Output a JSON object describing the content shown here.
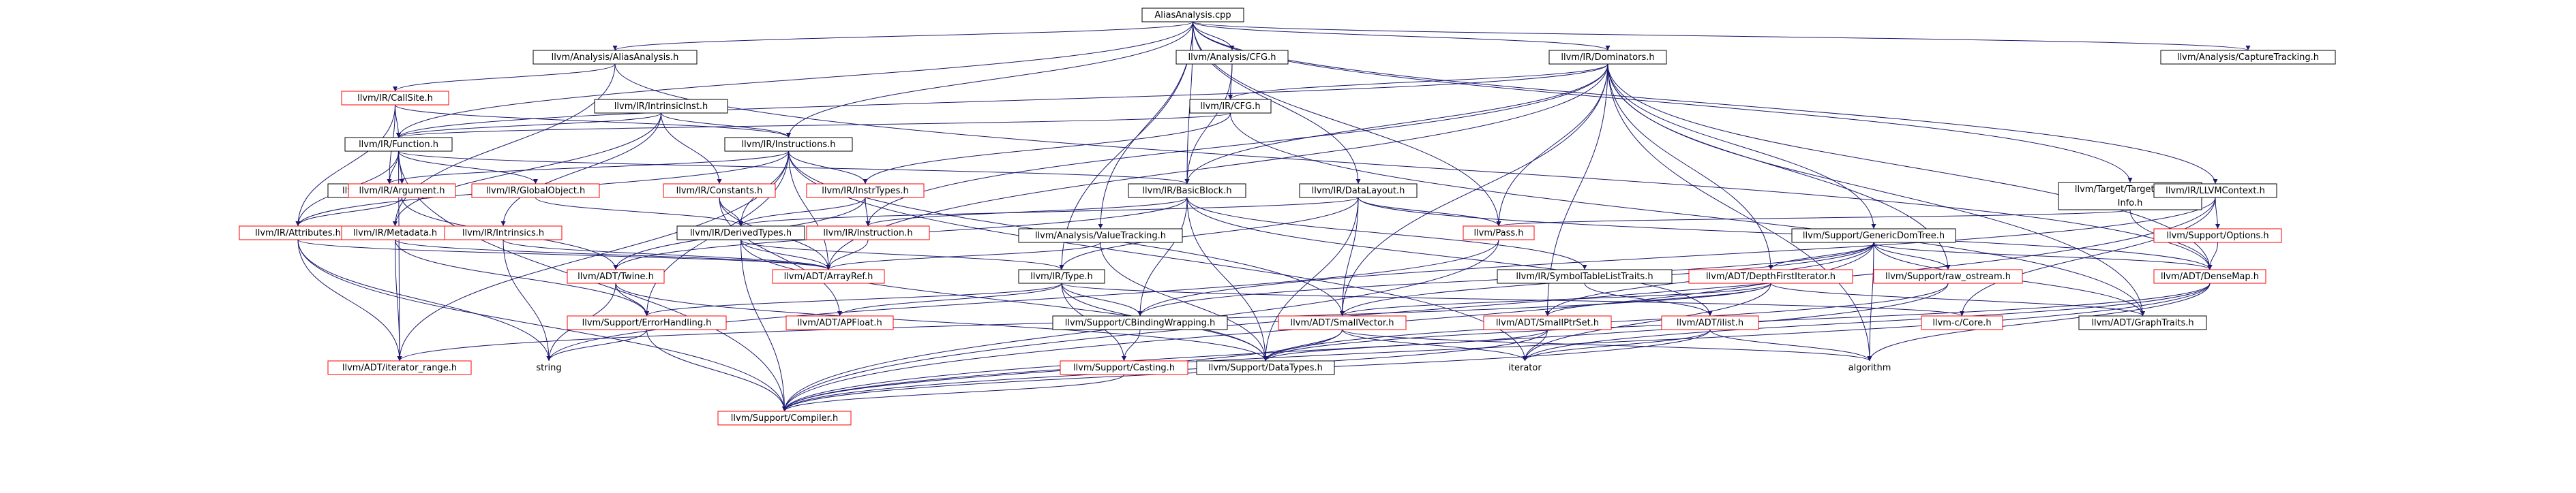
{
  "colors": {
    "edge": "#191970",
    "root_fill": "#bfbfbf",
    "documented_border": "#000000",
    "undocumented_border": "#ff0000",
    "plain_text_border": "none"
  },
  "nodes": [
    {
      "id": "root",
      "label": "AliasAnalysis.cpp",
      "kind": "root"
    },
    {
      "id": "n_aa",
      "label": "llvm/Analysis/AliasAnalysis.h",
      "kind": "documented"
    },
    {
      "id": "n_cfg",
      "label": "llvm/Analysis/CFG.h",
      "kind": "documented"
    },
    {
      "id": "n_dom",
      "label": "llvm/IR/Dominators.h",
      "kind": "documented"
    },
    {
      "id": "n_capt",
      "label": "llvm/Analysis/CaptureTracking.h",
      "kind": "documented"
    },
    {
      "id": "n_callsite",
      "label": "llvm/IR/CallSite.h",
      "kind": "undocumented"
    },
    {
      "id": "n_intrinsicinst",
      "label": "llvm/IR/IntrinsicInst.h",
      "kind": "documented"
    },
    {
      "id": "n_ircfg",
      "label": "llvm/IR/CFG.h",
      "kind": "documented"
    },
    {
      "id": "n_function",
      "label": "llvm/IR/Function.h",
      "kind": "documented"
    },
    {
      "id": "n_instructions",
      "label": "llvm/IR/Instructions.h",
      "kind": "documented"
    },
    {
      "id": "n_callingconv",
      "label": "llvm/IR/CallingConv.h",
      "kind": "documented"
    },
    {
      "id": "n_argument",
      "label": "llvm/IR/Argument.h",
      "kind": "undocumented"
    },
    {
      "id": "n_globalobject",
      "label": "llvm/IR/GlobalObject.h",
      "kind": "undocumented"
    },
    {
      "id": "n_constants",
      "label": "llvm/IR/Constants.h",
      "kind": "undocumented"
    },
    {
      "id": "n_instrtypes",
      "label": "llvm/IR/InstrTypes.h",
      "kind": "undocumented"
    },
    {
      "id": "n_basicblock",
      "label": "llvm/IR/BasicBlock.h",
      "kind": "documented"
    },
    {
      "id": "n_datalayout",
      "label": "llvm/IR/DataLayout.h",
      "kind": "documented"
    },
    {
      "id": "n_targetlib",
      "label": "llvm/Target/TargetLibrary\nInfo.h",
      "kind": "documented"
    },
    {
      "id": "n_llvmcontext",
      "label": "llvm/IR/LLVMContext.h",
      "kind": "documented"
    },
    {
      "id": "n_attributes",
      "label": "llvm/IR/Attributes.h",
      "kind": "undocumented"
    },
    {
      "id": "n_metadata",
      "label": "llvm/IR/Metadata.h",
      "kind": "undocumented"
    },
    {
      "id": "n_intrinsics",
      "label": "llvm/IR/Intrinsics.h",
      "kind": "undocumented"
    },
    {
      "id": "n_derivedtypes",
      "label": "llvm/IR/DerivedTypes.h",
      "kind": "documented"
    },
    {
      "id": "n_instruction",
      "label": "llvm/IR/Instruction.h",
      "kind": "undocumented"
    },
    {
      "id": "n_valuetracking",
      "label": "llvm/Analysis/ValueTracking.h",
      "kind": "documented"
    },
    {
      "id": "n_pass",
      "label": "llvm/Pass.h",
      "kind": "undocumented"
    },
    {
      "id": "n_gendomtree",
      "label": "llvm/Support/GenericDomTree.h",
      "kind": "documented"
    },
    {
      "id": "n_options",
      "label": "llvm/Support/Options.h",
      "kind": "undocumented"
    },
    {
      "id": "n_twine",
      "label": "llvm/ADT/Twine.h",
      "kind": "undocumented"
    },
    {
      "id": "n_arrayref",
      "label": "llvm/ADT/ArrayRef.h",
      "kind": "undocumented"
    },
    {
      "id": "n_type",
      "label": "llvm/IR/Type.h",
      "kind": "documented"
    },
    {
      "id": "n_symtab",
      "label": "llvm/IR/SymbolTableListTraits.h",
      "kind": "documented"
    },
    {
      "id": "n_dfi",
      "label": "llvm/ADT/DepthFirstIterator.h",
      "kind": "undocumented"
    },
    {
      "id": "n_rawostream",
      "label": "llvm/Support/raw_ostream.h",
      "kind": "undocumented"
    },
    {
      "id": "n_densemap",
      "label": "llvm/ADT/DenseMap.h",
      "kind": "undocumented"
    },
    {
      "id": "n_errorhandling",
      "label": "llvm/Support/ErrorHandling.h",
      "kind": "undocumented"
    },
    {
      "id": "n_apfloat",
      "label": "llvm/ADT/APFloat.h",
      "kind": "undocumented"
    },
    {
      "id": "n_cbinding",
      "label": "llvm/Support/CBindingWrapping.h",
      "kind": "documented"
    },
    {
      "id": "n_smallvector",
      "label": "llvm/ADT/SmallVector.h",
      "kind": "undocumented"
    },
    {
      "id": "n_smallptrset",
      "label": "llvm/ADT/SmallPtrSet.h",
      "kind": "undocumented"
    },
    {
      "id": "n_ilist",
      "label": "llvm/ADT/ilist.h",
      "kind": "undocumented"
    },
    {
      "id": "n_graphtraits",
      "label": "llvm/ADT/GraphTraits.h",
      "kind": "documented"
    },
    {
      "id": "n_ccore",
      "label": "llvm-c/Core.h",
      "kind": "undocumented"
    },
    {
      "id": "n_itrange",
      "label": "llvm/ADT/iterator_range.h",
      "kind": "undocumented"
    },
    {
      "id": "n_string",
      "label": "string",
      "kind": "plain"
    },
    {
      "id": "n_casting",
      "label": "llvm/Support/Casting.h",
      "kind": "undocumented"
    },
    {
      "id": "n_datatypes",
      "label": "llvm/Support/DataTypes.h",
      "kind": "documented"
    },
    {
      "id": "n_iterator",
      "label": "iterator",
      "kind": "plain"
    },
    {
      "id": "n_algorithm",
      "label": "algorithm",
      "kind": "plain"
    },
    {
      "id": "n_compiler",
      "label": "llvm/Support/Compiler.h",
      "kind": "undocumented"
    }
  ],
  "edges": [
    [
      "root",
      "n_aa"
    ],
    [
      "root",
      "n_cfg"
    ],
    [
      "root",
      "n_dom"
    ],
    [
      "root",
      "n_capt"
    ],
    [
      "root",
      "n_function"
    ],
    [
      "root",
      "n_instructions"
    ],
    [
      "root",
      "n_basicblock"
    ],
    [
      "root",
      "n_datalayout"
    ],
    [
      "root",
      "n_targetlib"
    ],
    [
      "root",
      "n_llvmcontext"
    ],
    [
      "root",
      "n_valuetracking"
    ],
    [
      "root",
      "n_pass"
    ],
    [
      "root",
      "n_type"
    ],
    [
      "n_aa",
      "n_callsite"
    ],
    [
      "n_aa",
      "n_metadata"
    ],
    [
      "n_aa",
      "n_densemap"
    ],
    [
      "n_callsite",
      "n_function"
    ],
    [
      "n_callsite",
      "n_instructions"
    ],
    [
      "n_callsite",
      "n_callingconv"
    ],
    [
      "n_callsite",
      "n_attributes"
    ],
    [
      "n_cfg",
      "n_ircfg"
    ],
    [
      "n_cfg",
      "n_basicblock"
    ],
    [
      "n_ircfg",
      "n_function"
    ],
    [
      "n_ircfg",
      "n_instrtypes"
    ],
    [
      "n_ircfg",
      "n_graphtraits"
    ],
    [
      "n_dom",
      "n_ircfg"
    ],
    [
      "n_dom",
      "n_function"
    ],
    [
      "n_dom",
      "n_basicblock"
    ],
    [
      "n_dom",
      "n_gendomtree"
    ],
    [
      "n_dom",
      "n_dfi"
    ],
    [
      "n_dom",
      "n_rawostream"
    ],
    [
      "n_dom",
      "n_densemap"
    ],
    [
      "n_dom",
      "n_pass"
    ],
    [
      "n_dom",
      "n_smallptrset"
    ],
    [
      "n_dom",
      "n_smallvector"
    ],
    [
      "n_dom",
      "n_graphtraits"
    ],
    [
      "n_dom",
      "n_arrayref"
    ],
    [
      "n_dom",
      "n_algorithm"
    ],
    [
      "n_dom",
      "n_instruction"
    ],
    [
      "n_intrinsicinst",
      "n_function"
    ],
    [
      "n_intrinsicinst",
      "n_instructions"
    ],
    [
      "n_intrinsicinst",
      "n_constants"
    ],
    [
      "n_intrinsicinst",
      "n_metadata"
    ],
    [
      "n_intrinsicinst",
      "n_intrinsics"
    ],
    [
      "n_function",
      "n_callingconv"
    ],
    [
      "n_function",
      "n_argument"
    ],
    [
      "n_function",
      "n_globalobject"
    ],
    [
      "n_function",
      "n_attributes"
    ],
    [
      "n_function",
      "n_basicblock"
    ],
    [
      "n_function",
      "n_itrange"
    ],
    [
      "n_function",
      "n_compiler"
    ],
    [
      "n_instructions",
      "n_callingconv"
    ],
    [
      "n_instructions",
      "n_instrtypes"
    ],
    [
      "n_instructions",
      "n_derivedtypes"
    ],
    [
      "n_instructions",
      "n_attributes"
    ],
    [
      "n_instructions",
      "n_arrayref"
    ],
    [
      "n_instructions",
      "n_smallvector"
    ],
    [
      "n_instructions",
      "n_iterator"
    ],
    [
      "n_instructions",
      "n_itrange"
    ],
    [
      "n_instructions",
      "n_errorhandling"
    ],
    [
      "n_argument",
      "n_attributes"
    ],
    [
      "n_argument",
      "n_twine"
    ],
    [
      "n_globalobject",
      "n_derivedtypes"
    ],
    [
      "n_constants",
      "n_derivedtypes"
    ],
    [
      "n_constants",
      "n_apfloat"
    ],
    [
      "n_constants",
      "n_arrayref"
    ],
    [
      "n_instrtypes",
      "n_instruction"
    ],
    [
      "n_instrtypes",
      "n_derivedtypes"
    ],
    [
      "n_instrtypes",
      "n_twine"
    ],
    [
      "n_basicblock",
      "n_instruction"
    ],
    [
      "n_basicblock",
      "n_symtab"
    ],
    [
      "n_basicblock",
      "n_ilist"
    ],
    [
      "n_basicblock",
      "n_twine"
    ],
    [
      "n_basicblock",
      "n_cbinding"
    ],
    [
      "n_basicblock",
      "n_datatypes"
    ],
    [
      "n_datalayout",
      "n_pass"
    ],
    [
      "n_datalayout",
      "n_type"
    ],
    [
      "n_datalayout",
      "n_densemap"
    ],
    [
      "n_datalayout",
      "n_smallvector"
    ],
    [
      "n_datalayout",
      "n_datatypes"
    ],
    [
      "n_datalayout",
      "n_derivedtypes"
    ],
    [
      "n_targetlib",
      "n_pass"
    ],
    [
      "n_targetlib",
      "n_densemap"
    ],
    [
      "n_llvmcontext",
      "n_options"
    ],
    [
      "n_llvmcontext",
      "n_compiler"
    ],
    [
      "n_llvmcontext",
      "n_ccore"
    ],
    [
      "n_llvmcontext",
      "n_cbinding"
    ],
    [
      "n_attributes",
      "n_arrayref"
    ],
    [
      "n_attributes",
      "n_itrange"
    ],
    [
      "n_attributes",
      "n_compiler"
    ],
    [
      "n_attributes",
      "n_string"
    ],
    [
      "n_metadata",
      "n_arrayref"
    ],
    [
      "n_metadata",
      "n_errorhandling"
    ],
    [
      "n_metadata",
      "n_itrange"
    ],
    [
      "n_intrinsics",
      "n_arrayref"
    ],
    [
      "n_intrinsics",
      "n_string"
    ],
    [
      "n_derivedtypes",
      "n_type"
    ],
    [
      "n_derivedtypes",
      "n_arrayref"
    ],
    [
      "n_derivedtypes",
      "n_compiler"
    ],
    [
      "n_derivedtypes",
      "n_datatypes"
    ],
    [
      "n_instruction",
      "n_arrayref"
    ],
    [
      "n_valuetracking",
      "n_datatypes"
    ],
    [
      "n_valuetracking",
      "n_arrayref"
    ],
    [
      "n_pass",
      "n_compiler"
    ],
    [
      "n_pass",
      "n_string"
    ],
    [
      "n_gendomtree",
      "n_dfi"
    ],
    [
      "n_gendomtree",
      "n_densemap"
    ],
    [
      "n_gendomtree",
      "n_smallptrset"
    ],
    [
      "n_gendomtree",
      "n_smallvector"
    ],
    [
      "n_gendomtree",
      "n_graphtraits"
    ],
    [
      "n_gendomtree",
      "n_rawostream"
    ],
    [
      "n_gendomtree",
      "n_compiler"
    ],
    [
      "n_gendomtree",
      "n_algorithm"
    ],
    [
      "n_gendomtree",
      "n_cbinding"
    ],
    [
      "n_options",
      "n_densemap"
    ],
    [
      "n_twine",
      "n_errorhandling"
    ],
    [
      "n_twine",
      "n_string"
    ],
    [
      "n_twine",
      "n_datatypes"
    ],
    [
      "n_type",
      "n_apfloat"
    ],
    [
      "n_type",
      "n_cbinding"
    ],
    [
      "n_type",
      "n_errorhandling"
    ],
    [
      "n_type",
      "n_casting"
    ],
    [
      "n_type",
      "n_datatypes"
    ],
    [
      "n_type",
      "n_ccore"
    ],
    [
      "n_symtab",
      "n_ilist"
    ],
    [
      "n_dfi",
      "n_smallptrset"
    ],
    [
      "n_dfi",
      "n_graphtraits"
    ],
    [
      "n_dfi",
      "n_iterator"
    ],
    [
      "n_dfi",
      "n_itrange"
    ],
    [
      "n_dfi",
      "n_smallvector"
    ],
    [
      "n_rawostream",
      "n_compiler"
    ],
    [
      "n_rawostream",
      "n_datatypes"
    ],
    [
      "n_densemap",
      "n_compiler"
    ],
    [
      "n_densemap",
      "n_algorithm"
    ],
    [
      "n_densemap",
      "n_iterator"
    ],
    [
      "n_densemap",
      "n_datatypes"
    ],
    [
      "n_errorhandling",
      "n_compiler"
    ],
    [
      "n_errorhandling",
      "n_string"
    ],
    [
      "n_cbinding",
      "n_casting"
    ],
    [
      "n_smallvector",
      "n_compiler"
    ],
    [
      "n_smallvector",
      "n_iterator"
    ],
    [
      "n_smallvector",
      "n_algorithm"
    ],
    [
      "n_smallvector",
      "n_datatypes"
    ],
    [
      "n_smallptrset",
      "n_compiler"
    ],
    [
      "n_smallptrset",
      "n_iterator"
    ],
    [
      "n_smallptrset",
      "n_datatypes"
    ],
    [
      "n_ilist",
      "n_compiler"
    ],
    [
      "n_ilist",
      "n_algorithm"
    ],
    [
      "n_ilist",
      "n_iterator"
    ],
    [
      "n_casting",
      "n_compiler"
    ]
  ]
}
